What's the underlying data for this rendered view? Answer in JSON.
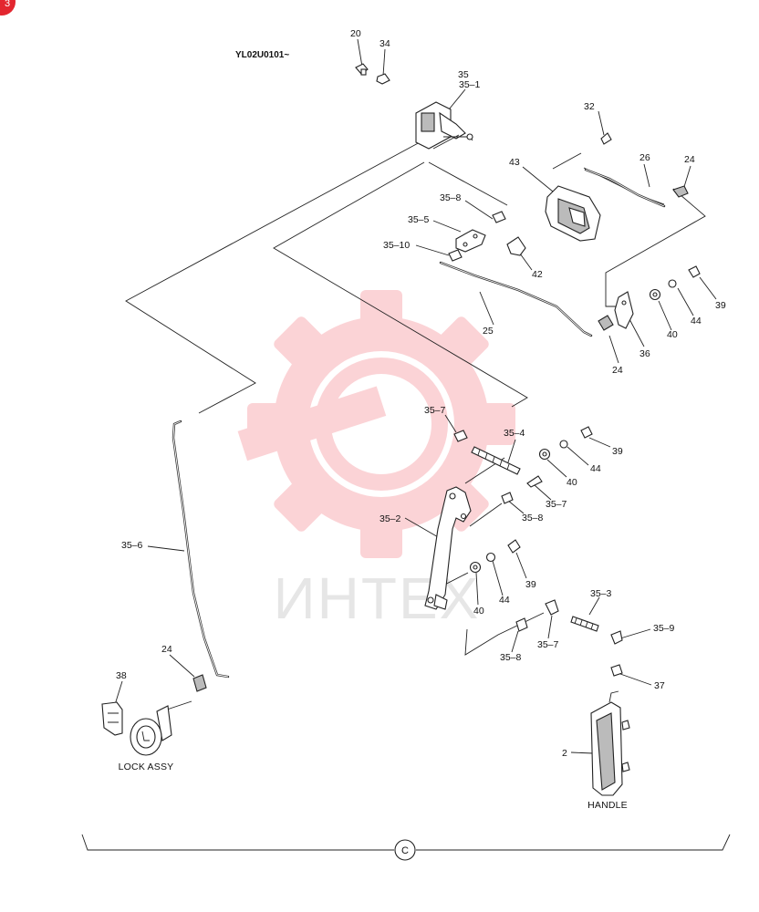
{
  "model_code": "YL02U0101~",
  "page_badge": "3",
  "watermark": {
    "text": "ИНТЕХ",
    "color": "#ee3d4a"
  },
  "captions": {
    "lock_assy": "LOCK ASSY",
    "handle": "HANDLE"
  },
  "section_marker": "C",
  "callouts": {
    "c20": "20",
    "c34": "34",
    "c35": "35",
    "c35_1": "35–1",
    "c32": "32",
    "c26": "26",
    "c24_top": "24",
    "c43": "43",
    "c35_8_a": "35–8",
    "c35_5": "35–5",
    "c35_10": "35–10",
    "c42": "42",
    "c25": "25",
    "c39_a": "39",
    "c44_a": "44",
    "c40_a": "40",
    "c36": "36",
    "c24_mid": "24",
    "c35_7_a": "35–7",
    "c35_4": "35–4",
    "c39_b": "39",
    "c44_b": "44",
    "c40_b": "40",
    "c35_7_b": "35–7",
    "c35_8_b": "35–8",
    "c35_2": "35–2",
    "c39_c": "39",
    "c44_c": "44",
    "c40_c": "40",
    "c35_3": "35–3",
    "c35_9": "35–9",
    "c35_7_c": "35–7",
    "c35_8_c": "35–8",
    "c37": "37",
    "c2": "2",
    "c35_6": "35–6",
    "c24_bot": "24",
    "c38": "38"
  }
}
